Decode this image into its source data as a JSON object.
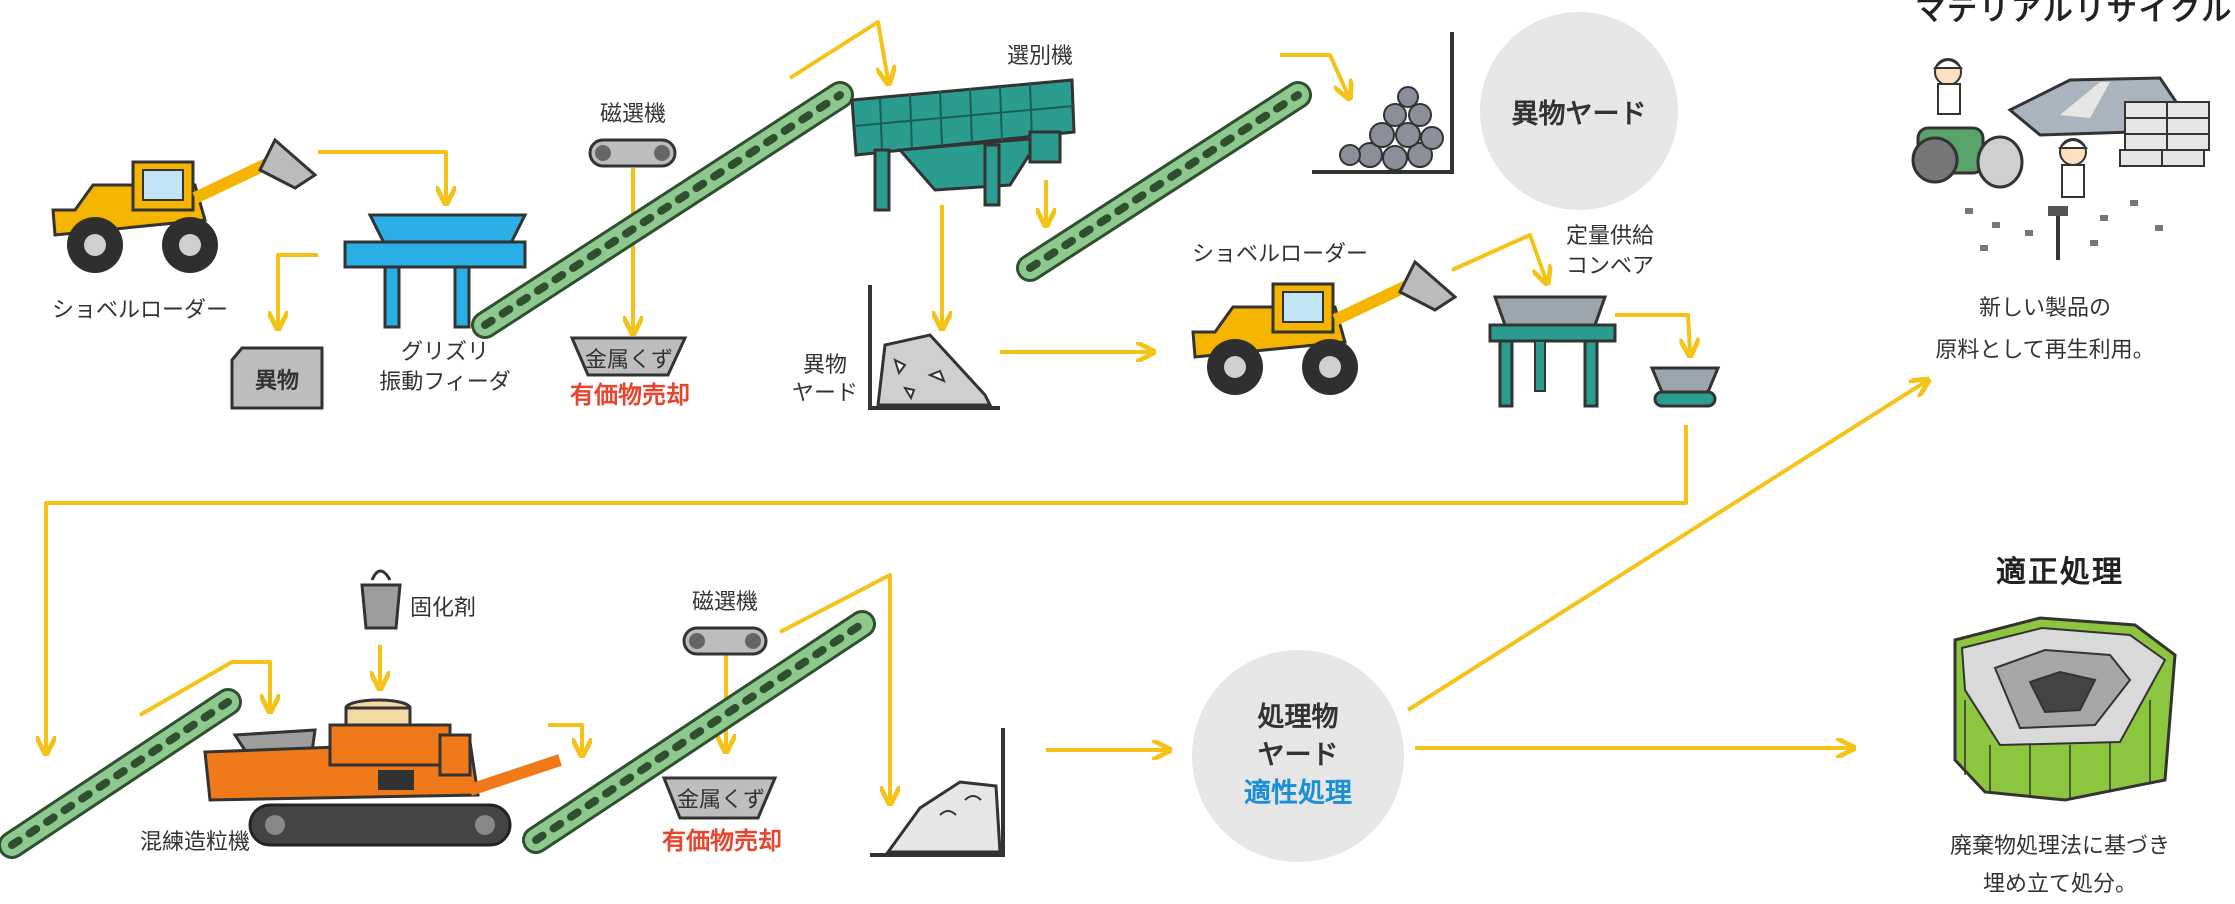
{
  "stage1": {
    "loader_a": "ショベルローダー",
    "foreign_box": "異物",
    "grizzly_line1": "グリズリ",
    "grizzly_line2": "振動フィーダ",
    "magnet_a": "磁選機",
    "scrap_a": "金属くず",
    "sale_a": "有価物売却",
    "sorter": "選別機",
    "foreign_yard_small_1": "異物",
    "foreign_yard_small_2": "ヤード",
    "foreign_yard_circle": "異物ヤード",
    "loader_b": "ショベルローダー",
    "feeder_line1": "定量供給",
    "feeder_line2": "コンベア"
  },
  "stage2": {
    "solidifier": "固化剤",
    "mixer": "混練造粒機",
    "magnet_b": "磁選機",
    "scrap_b": "金属くず",
    "sale_b": "有価物売却",
    "yard_line1": "処理物",
    "yard_line2": "ヤード",
    "yard_line3": "適性処理"
  },
  "outcomes": {
    "recycle_title": "マテリアルリサイクル",
    "recycle_desc1": "新しい製品の",
    "recycle_desc2": "原料として再生利用。",
    "disposal_title": "適正処理",
    "disposal_desc1": "廃棄物処理法に基づき",
    "disposal_desc2": "埋め立て処分。"
  },
  "colors": {
    "arrow": "#f5c218",
    "conveyor": "#8dc98f",
    "loader": "#f5b400",
    "hopper": "#29aee6",
    "sorter": "#2a9d8f",
    "mixer": "#f07a1a",
    "alert": "#e8452f",
    "accent": "#1a8fd6",
    "circle_bg": "#e6e6e6",
    "pit": "#8cc63f"
  }
}
